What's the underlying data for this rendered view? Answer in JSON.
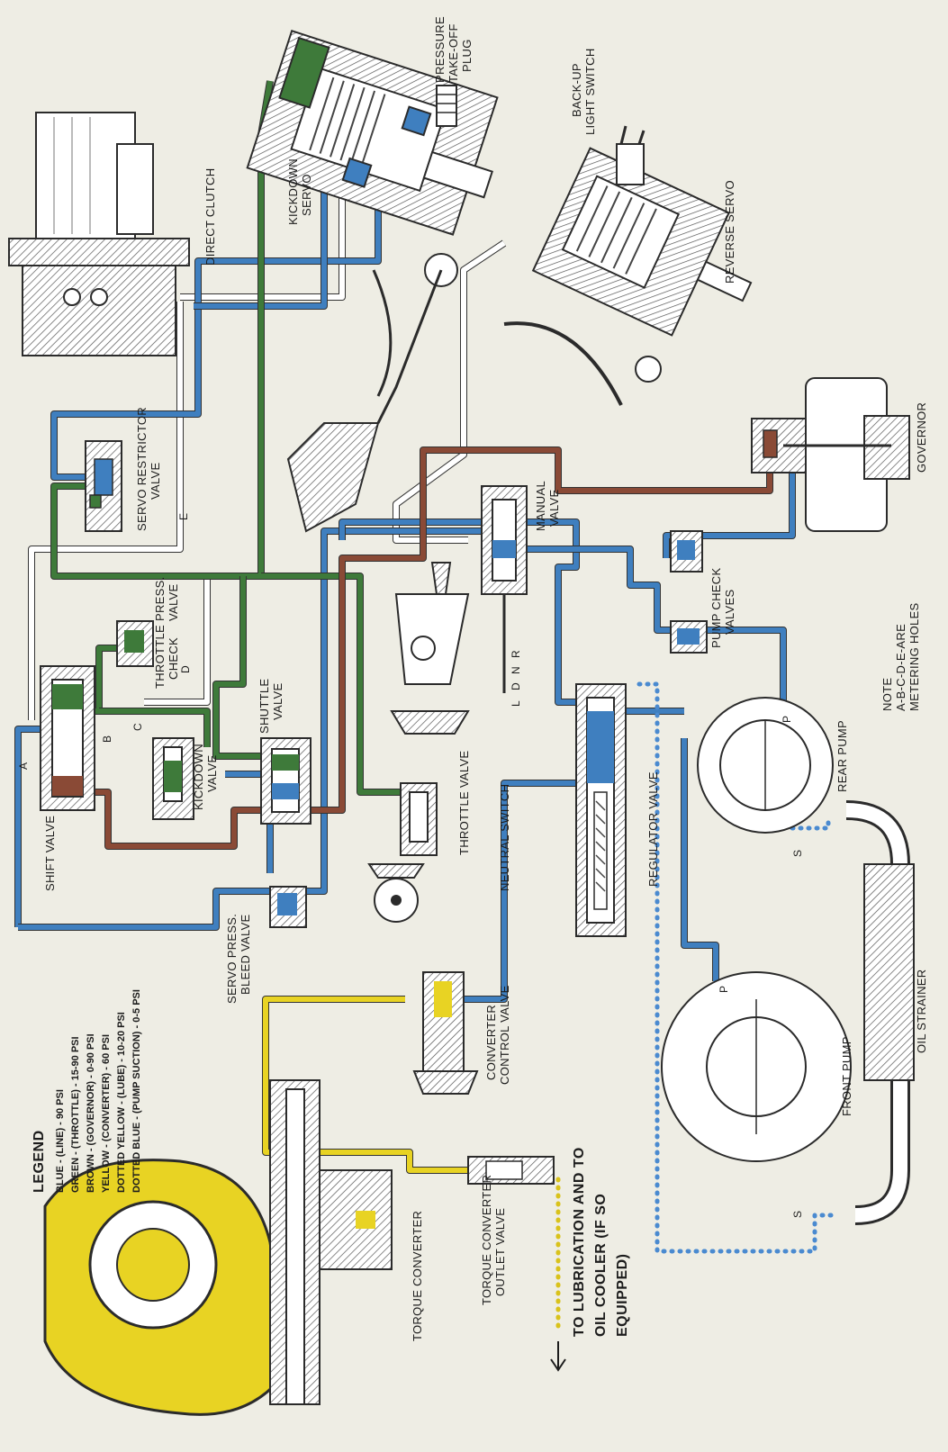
{
  "legend": {
    "title": "LEGEND",
    "items": [
      "BLUE - (LINE) - 90 PSI",
      "GREEN - (THROTTLE) - 15-90 PSI",
      "BROWN - (GOVERNOR) - 0-90 PSI",
      "YELLOW - (CONVERTER) - 60 PSI",
      "DOTTED YELLOW - (LUBE) - 10-20 PSI",
      "DOTTED BLUE - (PUMP SUCTION) - 0-5 PSI"
    ]
  },
  "colors": {
    "line": "#3f7fbf",
    "throttle": "#3e7a3a",
    "governor": "#8a4a36",
    "converter": "#e8d323",
    "background": "#eeede4"
  },
  "labels": {
    "pressure_takeoff": [
      "PRESSURE",
      "TAKE-OFF",
      "PLUG"
    ],
    "backup_switch": [
      "BACK-UP",
      "LIGHT SWITCH"
    ],
    "kickdown_servo": [
      "KICKDOWN",
      "SERVO"
    ],
    "direct_clutch": "DIRECT CLUTCH",
    "reverse_servo": "REVERSE SERVO",
    "servo_restrictor": [
      "SERVO RESTRICTOR",
      "VALVE"
    ],
    "manual_valve": [
      "MANUAL",
      "VALVE"
    ],
    "governor": "GOVERNOR",
    "note": [
      "NOTE",
      "A-B-C-D-E-ARE",
      "METERING HOLES"
    ],
    "pump_check": [
      "PUMP CHECK",
      "VALVES"
    ],
    "throttle_press": [
      "THROTTLE",
      "CHECK",
      "PRESS.",
      "VALVE"
    ],
    "shuttle_valve": [
      "SHUTTLE",
      "VALVE"
    ],
    "shift_valve": "SHIFT VALVE",
    "kickdown_valve": [
      "KICKDOWN",
      "VALVE"
    ],
    "throttle_valve": "THROTTLE VALVE",
    "neutral_switch": "NEUTRAL SWITCH",
    "regulator_valve": "REGULATOR VALVE",
    "rear_pump": "REAR PUMP",
    "front_pump": "FRONT PUMP",
    "oil_strainer": "OIL STRAINER",
    "servo_press_bleed": [
      "SERVO PRESS.",
      "BLEED VALVE"
    ],
    "converter_control": [
      "CONVERTER",
      "CONTROL VALVE"
    ],
    "torque_converter": "TORQUE CONVERTER",
    "torque_outlet": [
      "TORQUE CONVERTER",
      "OUTLET VALVE"
    ],
    "to_lubrication": [
      "TO LUBRICATION AND TO",
      "OIL COOLER (IF SO",
      "EQUIPPED)"
    ],
    "manual_positions": [
      "L",
      "D",
      "N",
      "R"
    ],
    "metering_holes": [
      "A",
      "B",
      "C",
      "D",
      "E"
    ],
    "pump_ports": [
      "P",
      "S"
    ]
  }
}
